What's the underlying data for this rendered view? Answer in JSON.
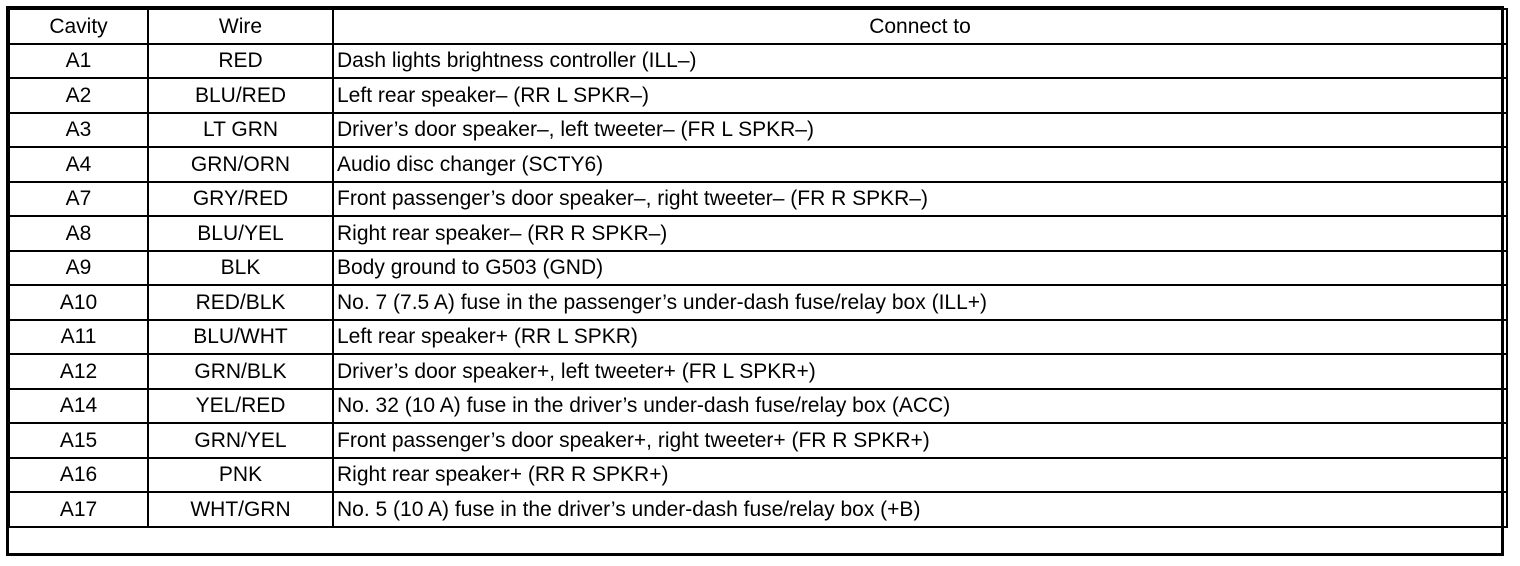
{
  "table": {
    "headers": {
      "cavity": "Cavity",
      "wire": "Wire",
      "connect": "Connect to"
    },
    "rows": [
      {
        "cavity": "A1",
        "wire": "RED",
        "connect": "Dash lights brightness controller (ILL–)"
      },
      {
        "cavity": "A2",
        "wire": "BLU/RED",
        "connect": "Left rear speaker– (RR L SPKR–)"
      },
      {
        "cavity": "A3",
        "wire": "LT GRN",
        "connect": "Driver’s door speaker–, left tweeter– (FR L SPKR–)"
      },
      {
        "cavity": "A4",
        "wire": "GRN/ORN",
        "connect": "Audio disc changer (SCTY6)"
      },
      {
        "cavity": "A7",
        "wire": "GRY/RED",
        "connect": "Front passenger’s door speaker–, right tweeter– (FR R SPKR–)"
      },
      {
        "cavity": "A8",
        "wire": "BLU/YEL",
        "connect": "Right rear speaker– (RR R SPKR–)"
      },
      {
        "cavity": "A9",
        "wire": "BLK",
        "connect": "Body ground to G503 (GND)"
      },
      {
        "cavity": "A10",
        "wire": "RED/BLK",
        "connect": "No. 7 (7.5 A) fuse in the passenger’s under-dash fuse/relay box (ILL+)"
      },
      {
        "cavity": "A11",
        "wire": "BLU/WHT",
        "connect": "Left rear speaker+ (RR L SPKR)"
      },
      {
        "cavity": "A12",
        "wire": "GRN/BLK",
        "connect": "Driver’s door speaker+, left tweeter+ (FR L SPKR+)"
      },
      {
        "cavity": "A14",
        "wire": "YEL/RED",
        "connect": "No. 32 (10 A) fuse in the driver’s under-dash fuse/relay box (ACC)"
      },
      {
        "cavity": "A15",
        "wire": "GRN/YEL",
        "connect": "Front passenger’s door speaker+, right tweeter+ (FR R SPKR+)"
      },
      {
        "cavity": "A16",
        "wire": "PNK",
        "connect": "Right rear speaker+ (RR R SPKR+)"
      },
      {
        "cavity": "A17",
        "wire": "WHT/GRN",
        "connect": "No. 5 (10 A) fuse in the driver’s under-dash fuse/relay box (+B)"
      }
    ]
  }
}
